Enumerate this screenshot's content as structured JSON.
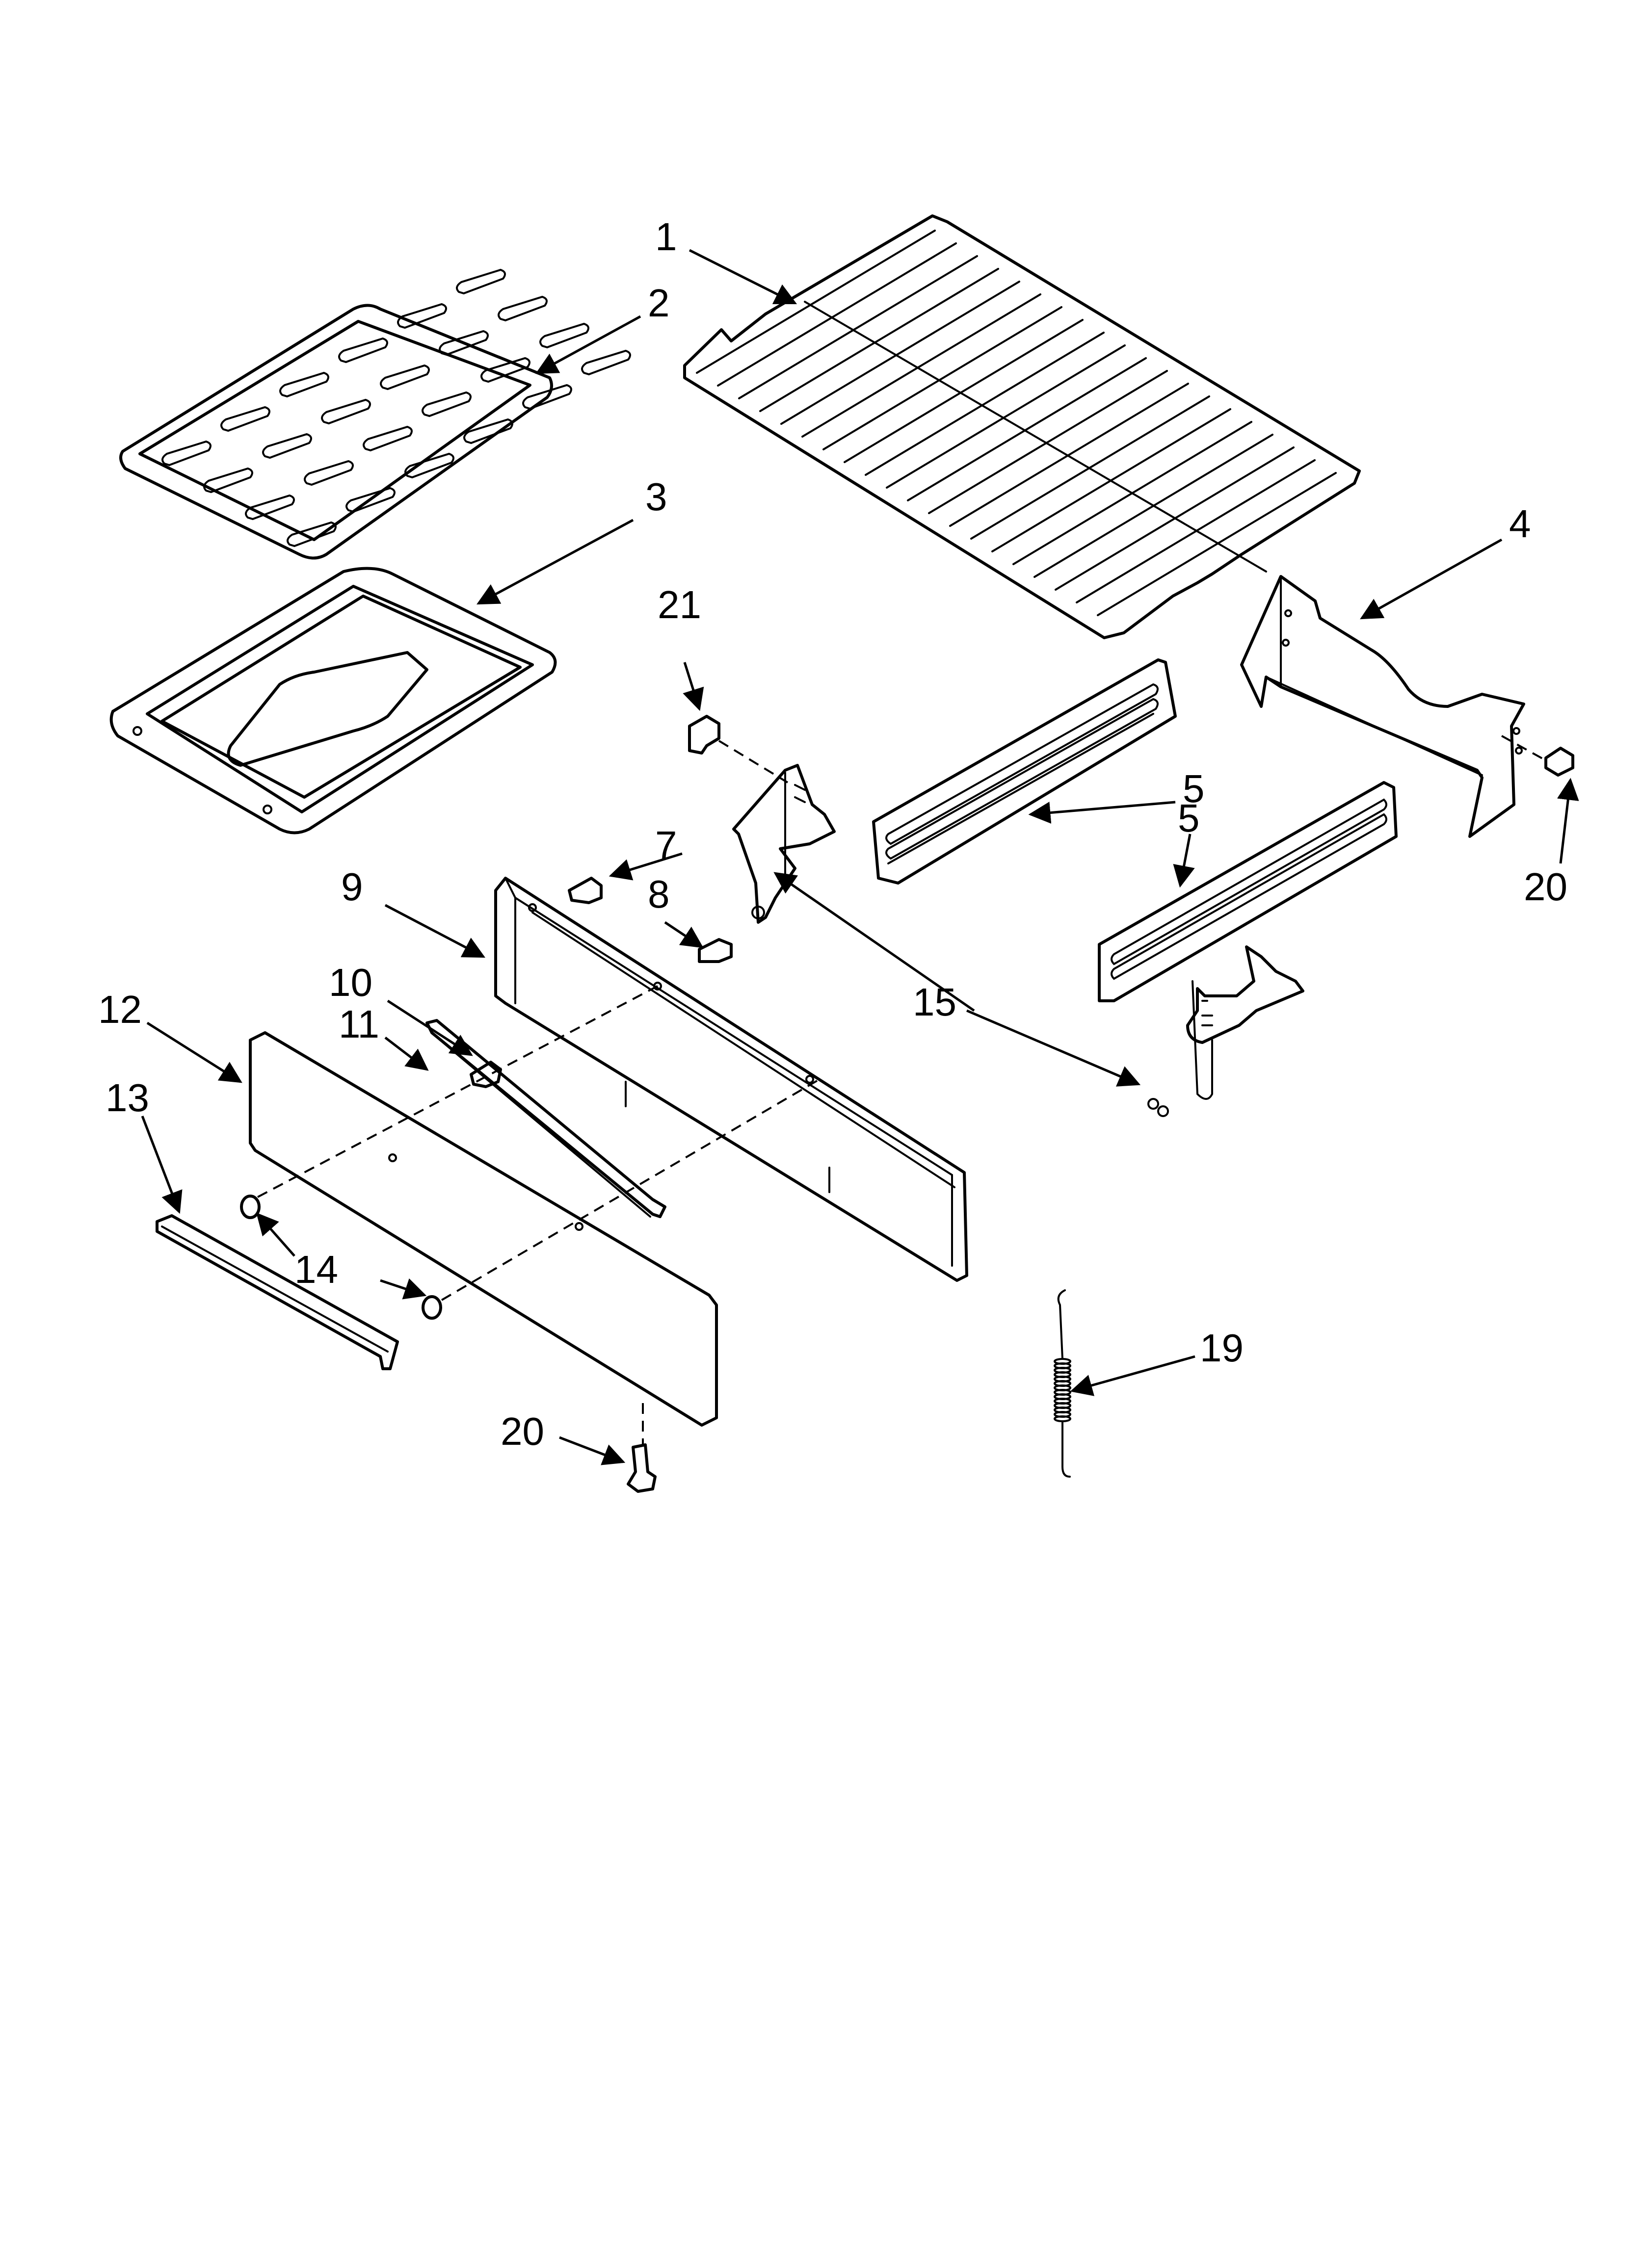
{
  "callouts": [
    {
      "id": "c1",
      "label": "1"
    },
    {
      "id": "c2",
      "label": "2"
    },
    {
      "id": "c3",
      "label": "3"
    },
    {
      "id": "c4",
      "label": "4"
    },
    {
      "id": "c5",
      "label": "5"
    },
    {
      "id": "c5b",
      "label": "5"
    },
    {
      "id": "c7",
      "label": "7"
    },
    {
      "id": "c8",
      "label": "8"
    },
    {
      "id": "c9",
      "label": "9"
    },
    {
      "id": "c10",
      "label": "10"
    },
    {
      "id": "c11",
      "label": "11"
    },
    {
      "id": "c12",
      "label": "12"
    },
    {
      "id": "c13",
      "label": "13"
    },
    {
      "id": "c14",
      "label": "14"
    },
    {
      "id": "c15",
      "label": "15"
    },
    {
      "id": "c19",
      "label": "19"
    },
    {
      "id": "c20a",
      "label": "20"
    },
    {
      "id": "c20b",
      "label": "20"
    },
    {
      "id": "c21",
      "label": "21"
    }
  ]
}
